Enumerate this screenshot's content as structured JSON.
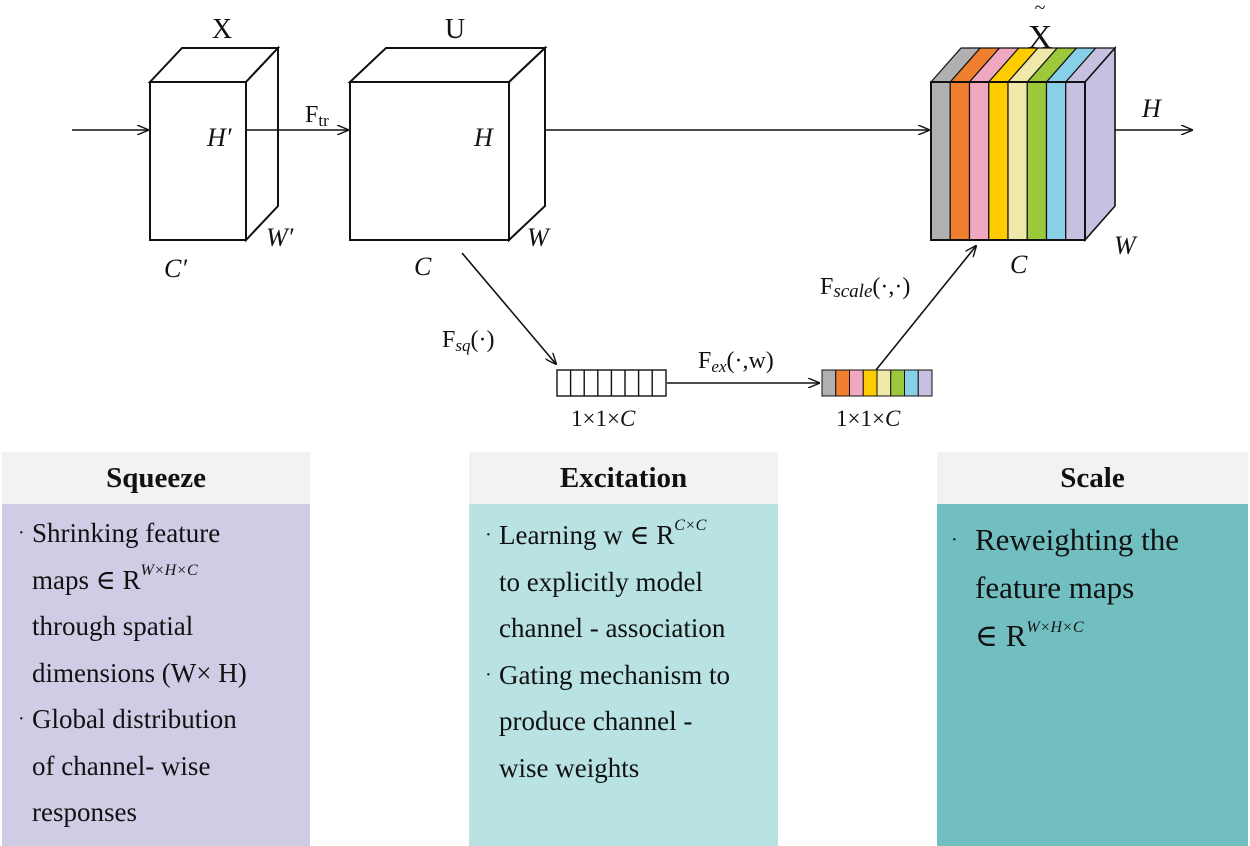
{
  "labels": {
    "x_title": "X",
    "u_title": "U",
    "x_tilde_title": "X",
    "x_h": "H′",
    "x_w": "W′",
    "x_c": "C′",
    "u_h": "H",
    "u_w": "W",
    "u_c": "C",
    "out_h": "H",
    "out_w": "W",
    "out_c": "C",
    "f_tr_main": "F",
    "f_tr_sub": "tr",
    "f_sq_main": "F",
    "f_sq_sub": "sq",
    "f_sq_args": "(·)",
    "f_ex_main": "F",
    "f_ex_sub": "ex",
    "f_ex_args": "(·,w)",
    "f_scale_main": "F",
    "f_scale_sub": "scale",
    "f_scale_args": "(·,·)",
    "vec1_dims": "1×1×",
    "vec1_c": "C",
    "vec2_dims": "1×1×",
    "vec2_c": "C"
  },
  "channel_colors": [
    "#b0b0b0",
    "#f08030",
    "#f0a8c0",
    "#ffcc00",
    "#f0e8a8",
    "#9cc83c",
    "#88d0e8",
    "#c8c0e0"
  ],
  "squeeze": {
    "title": "Squeeze",
    "bullet1": {
      "line1": "Shrinking  feature",
      "line2_pre": "maps ∈ R",
      "line2_sup": "W×H×C",
      "line3": "through  spatial",
      "line4": "dimensions  (W× H)"
    },
    "bullet2": {
      "line1": "Global distribution",
      "line2": "of channel- wise",
      "line3": "responses"
    }
  },
  "excitation": {
    "title": "Excitation",
    "bullet1": {
      "line1_pre": "Learning w ∈ R",
      "line1_sup": "C×C",
      "line2": "to explicitly model",
      "line3": "channel - association"
    },
    "bullet2": {
      "line1": "Gating mechanism to",
      "line2": "produce channel -",
      "line3": "wise weights"
    }
  },
  "scale": {
    "title": "Scale",
    "bullet1": {
      "line1": "Reweighting the",
      "line2": "feature maps",
      "line3_pre": "∈ R",
      "line3_sup": "W×H×C"
    }
  }
}
